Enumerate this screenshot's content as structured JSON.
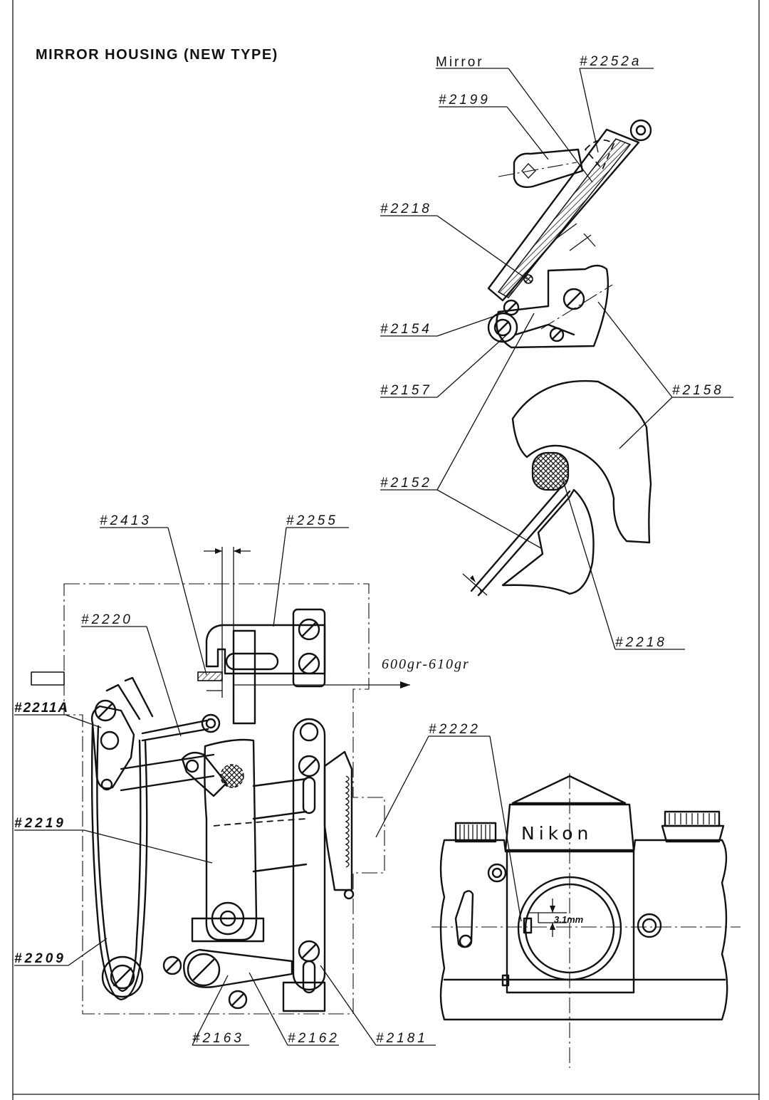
{
  "title": "MIRROR HOUSING (NEW TYPE)",
  "brand": "Nikon",
  "spring_force": "600gr-610gr",
  "dimension": "3.1mm",
  "labels": {
    "mirror": "Mirror",
    "p2252a": "#2252a",
    "p2199": "#2199",
    "p2218_top": "#2218",
    "p2154": "#2154",
    "p2157": "#2157",
    "p2158": "#2158",
    "p2152": "#2152",
    "p2218_bottom": "#2218",
    "p2413": "#2413",
    "p2255": "#2255",
    "p2220": "#2220",
    "p2211A": "#2211A",
    "p2219": "#2219",
    "p2209": "#2209",
    "p2163": "#2163",
    "p2162": "#2162",
    "p2181": "#2181",
    "p2222": "#2222"
  }
}
